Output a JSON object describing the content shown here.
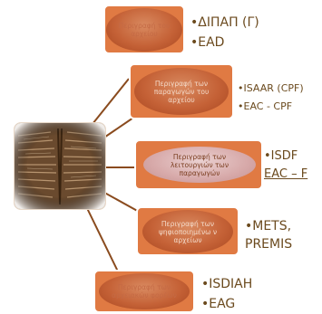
{
  "nodes": [
    {
      "label": "Περιγραφή του αρχείου",
      "standards": [
        "•ΔΙΠΑΠ (Γ)",
        "•EAD"
      ]
    },
    {
      "label": "Περιγραφή των παραγωγών του αρχείου",
      "standards": [
        "•ISAAR (CPF)",
        "•EAC - CPF"
      ]
    },
    {
      "label": "Περιγραφή των λειτουργιών των παραγωγών",
      "standards": [
        "•ISDF",
        "EAC – F"
      ]
    },
    {
      "label": "Περιγραφή των ψηφιοποιημένω ν αρχείων",
      "standards": [
        "•METS,",
        "PREMIS"
      ]
    },
    {
      "label": "Περιγραφή των αρχειακών φορέων",
      "standards": [
        "•ISDIAH",
        "•EAG"
      ]
    }
  ],
  "colors": {
    "accent": "#e07a43",
    "ellipse": "#c56237",
    "highlight": "#d7a9a9",
    "text": "#6b4a1e",
    "connector": "#8a4b1e"
  },
  "center_image": "archive-shelves-image"
}
